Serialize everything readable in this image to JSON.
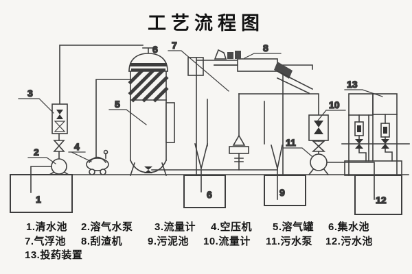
{
  "title": "工艺流程图",
  "diagram": {
    "line_color": "#3d3d3d",
    "labels": {
      "l1": "1",
      "l2": "2",
      "l3": "3",
      "l4": "4",
      "l5": "5",
      "l6_top": "6",
      "l6_tank": "6",
      "l7": "7",
      "l8": "8",
      "l9": "9",
      "l10": "10",
      "l11": "11",
      "l12": "12",
      "l13": "13"
    },
    "components": {
      "1": "清水池",
      "2": "溶气水泵",
      "3": "流量计",
      "4": "空压机",
      "5": "溶气罐",
      "6": "集水池",
      "7": "气浮池",
      "8": "刮渣机",
      "9": "污泥池",
      "10": "流量计",
      "11": "污水泵",
      "12": "污水池",
      "13": "投药装置"
    }
  },
  "legend": {
    "row1": [
      "1.清水池",
      "2.溶气水泵",
      "3.流量计",
      "4.空压机",
      "5.溶气罐",
      "6.集水池"
    ],
    "row2": [
      "7.气浮池",
      "8.刮渣机",
      "9.污泥池",
      "10.流量计",
      "11.污水泵",
      "12.污水池"
    ],
    "row3": [
      "13.投药装置"
    ]
  }
}
